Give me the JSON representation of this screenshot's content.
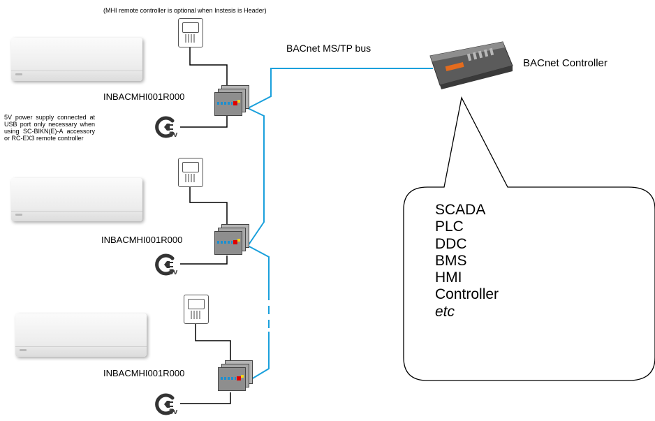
{
  "notes": {
    "top_note": "(MHI remote controller is optional when Instesis is Header)",
    "power_note": "5V power supply connected at USB port only necessary when using SC-BIKN(E)-A accessory or RC-EX3 remote controller"
  },
  "bus_label": "BACnet MS/TP bus",
  "controller_label": "BACnet Controller",
  "gateway_labels": [
    "INBACMHI001R000",
    "INBACMHI001R000",
    "INBACMHI001R000"
  ],
  "power_symbol": "5v",
  "bubble_items": [
    "SCADA",
    "PLC",
    "DDC",
    "BMS",
    "HMI",
    "Controller",
    "etc"
  ],
  "colors": {
    "bus": "#1aa0dc",
    "wire": "#000000",
    "gateway_led_red": "#e00000",
    "controller_accent": "#e36b1d"
  },
  "icons": [
    "air-conditioner-icon",
    "remote-controller-icon",
    "gateway-icon",
    "power-plug-icon",
    "bacnet-controller-icon"
  ]
}
